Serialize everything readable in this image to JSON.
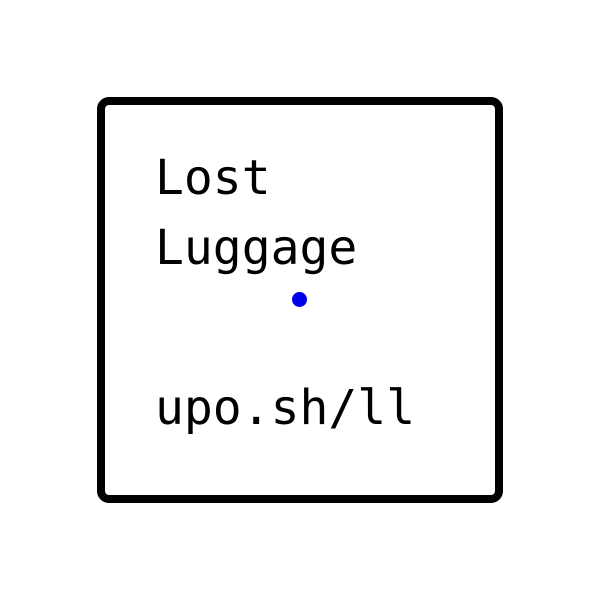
{
  "card": {
    "title_line1": "Lost",
    "title_line2": "Luggage",
    "url": "upo.sh/ll"
  },
  "colors": {
    "frame": "#000000",
    "text": "#000000",
    "dot": "#0000ee",
    "background": "#ffffff"
  },
  "icons": {
    "dot": "blue-dot-icon"
  }
}
